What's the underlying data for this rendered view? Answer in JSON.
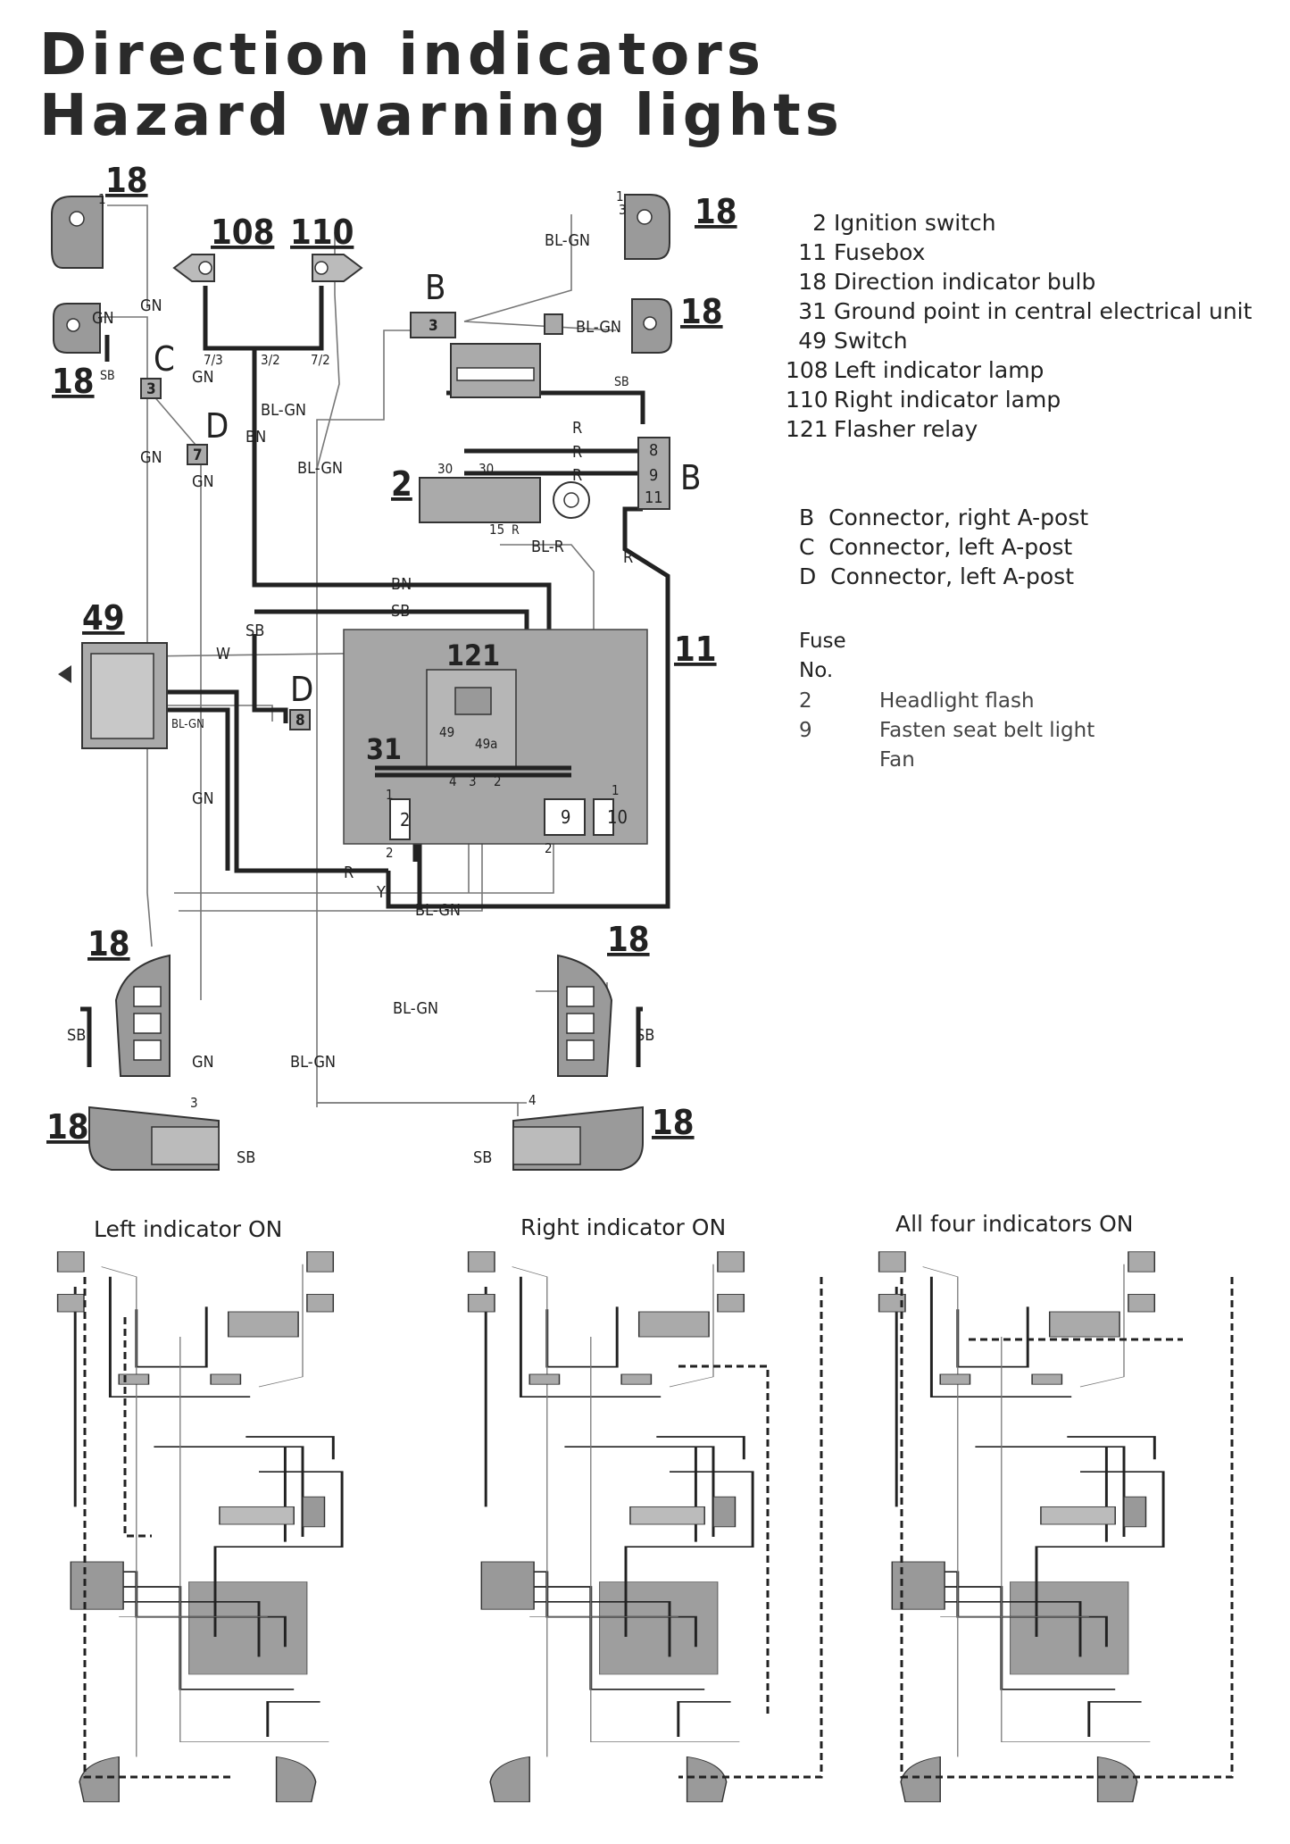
{
  "title": {
    "line1": "Direction indicators",
    "line2": "Hazard warning lights"
  },
  "legend": [
    {
      "num": "2",
      "label": "Ignition switch"
    },
    {
      "num": "11",
      "label": "Fusebox"
    },
    {
      "num": "18",
      "label": "Direction indicator bulb"
    },
    {
      "num": "31",
      "label": "Ground point in central electrical unit"
    },
    {
      "num": "49",
      "label": "Switch"
    },
    {
      "num": "108",
      "label": "Left indicator lamp"
    },
    {
      "num": "110",
      "label": "Right indicator lamp"
    },
    {
      "num": "121",
      "label": "Flasher relay"
    }
  ],
  "connectors": [
    {
      "letter": "B",
      "label": "Connector, right A-post"
    },
    {
      "letter": "C",
      "label": "Connector, left A-post"
    },
    {
      "letter": "D",
      "label": "Connector, left A-post"
    }
  ],
  "fuse": {
    "heading_line1": "Fuse",
    "heading_line2": "No.",
    "rows": [
      {
        "num": "2",
        "label": "Headlight flash"
      },
      {
        "num": "9",
        "label": "Fasten seat belt light"
      },
      {
        "num": "",
        "label": "Fan"
      }
    ]
  },
  "captions": {
    "left": "Left indicator ON",
    "right": "Right indicator ON",
    "all": "All four indicators ON"
  },
  "callouts": {
    "c18": "18",
    "c108": "108",
    "c110": "110",
    "c2": "2",
    "c11": "11",
    "c31": "31",
    "c49": "49",
    "c121": "121",
    "B": "B",
    "C": "C",
    "D": "D",
    "conn3": "3",
    "conn7": "7",
    "conn8": "8",
    "rel2": "2",
    "rel9": "9",
    "rel10": "10",
    "pin1": "1",
    "pin2": "2",
    "pin3": "3",
    "pin4": "4",
    "pin8": "8",
    "pin9": "9",
    "pin11": "11",
    "pin30": "30",
    "pin15": "15",
    "pin49": "49",
    "pin49a": "49a",
    "pin7_3": "7/3",
    "pin3_2": "3/2",
    "pin7_2": "7/2"
  },
  "wires": {
    "GN": "GN",
    "BN": "BN",
    "SB": "SB",
    "W": "W",
    "R": "R",
    "Y": "Y",
    "BL_GN": "BL-GN",
    "BL_R": "BL-R"
  }
}
